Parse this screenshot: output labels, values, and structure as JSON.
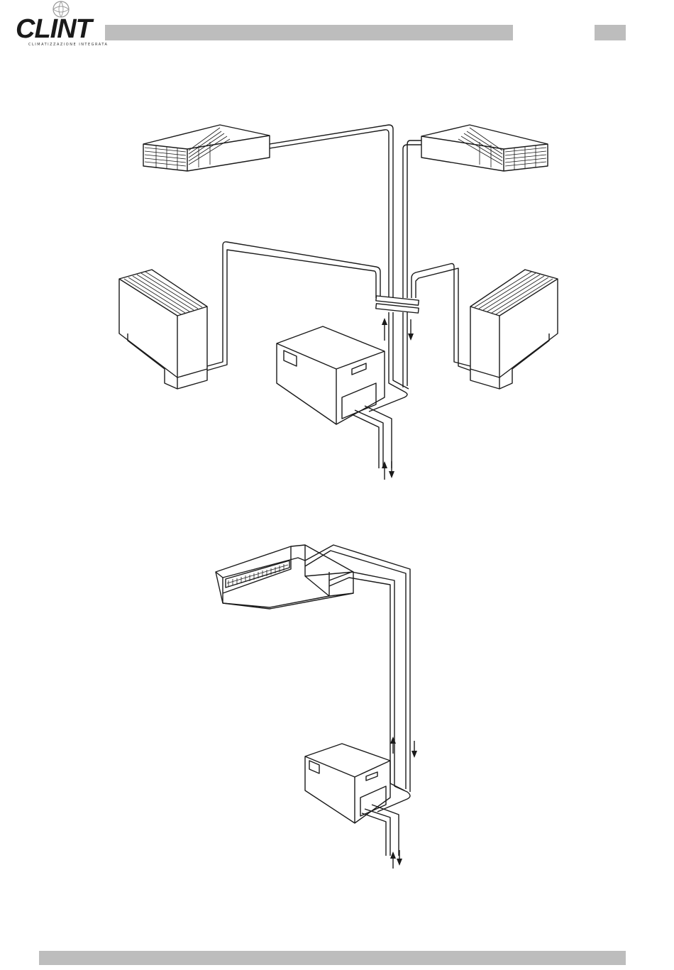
{
  "header": {
    "logo_text": "CLINT",
    "logo_tagline": "CLIMATIZZAZIONE INTEGRATA",
    "bar_color": "#bdbdbd"
  },
  "footer": {
    "bar_color": "#bdbdbd"
  },
  "diagrams": {
    "upper": {
      "units": [
        "ceiling-cassette-unit",
        "ceiling-cassette-unit",
        "floor-console-unit",
        "floor-console-unit",
        "chiller-unit"
      ]
    },
    "lower": {
      "units": [
        "ducted-ceiling-unit",
        "chiller-unit"
      ]
    }
  }
}
